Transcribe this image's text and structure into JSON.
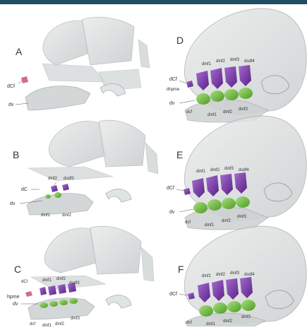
{
  "panels": [
    {
      "id": "A",
      "letter": "A",
      "labels": {
        "dcf": "dCf",
        "dv": "dv"
      }
    },
    {
      "id": "B",
      "letter": "B",
      "labels": {
        "dinf2": "dinf2",
        "dsdf3": "dsdf3",
        "dc": "dC",
        "dv": "dv",
        "dinf1": "dinf1",
        "dint2": "dint2"
      }
    },
    {
      "id": "C",
      "letter": "C",
      "labels": {
        "dc": "dCl",
        "top1": "dinf1",
        "top2": "dinf2",
        "top3": "dsdf3",
        "hpme": "hpme",
        "dv": "dv",
        "b1": "dcf",
        "b2": "dinf1",
        "b3": "dinf2",
        "b4": "dinf3"
      }
    },
    {
      "id": "D",
      "letter": "D",
      "labels": {
        "t1": "dinf1",
        "t2": "dinf2",
        "t3": "dinf3",
        "t4": "dsdf4",
        "dcf": "dCf",
        "dhpme": "dhpme",
        "dv": "dv",
        "b1": "dcf",
        "b2": "dinf1",
        "b3": "dinf2",
        "b4": "dinf3"
      }
    },
    {
      "id": "E",
      "letter": "E",
      "labels": {
        "t1": "dinf1",
        "t2": "dinf2",
        "t3": "dinf3",
        "t4": "dsdf4",
        "dcf": "dCf",
        "dv": "dv",
        "b1": "dcf",
        "b2": "dinf1",
        "b3": "dinf2",
        "b4": "dinf3"
      }
    },
    {
      "id": "F",
      "letter": "F",
      "labels": {
        "t1": "dinf1",
        "t2": "dinf2",
        "t3": "dinf3",
        "t4": "dsdf4",
        "dcf": "dCf",
        "b1": "dcf",
        "b2": "dinf1",
        "b3": "dinf2",
        "b4": "dinf3"
      }
    }
  ],
  "colors": {
    "bone": "#d9dcdc",
    "bone_edge": "#a8adae",
    "upper_teeth": "#7a36a8",
    "lower_teeth": "#6fc43c",
    "top_bar": "#1f4e63",
    "highlight": "#c8466b"
  }
}
